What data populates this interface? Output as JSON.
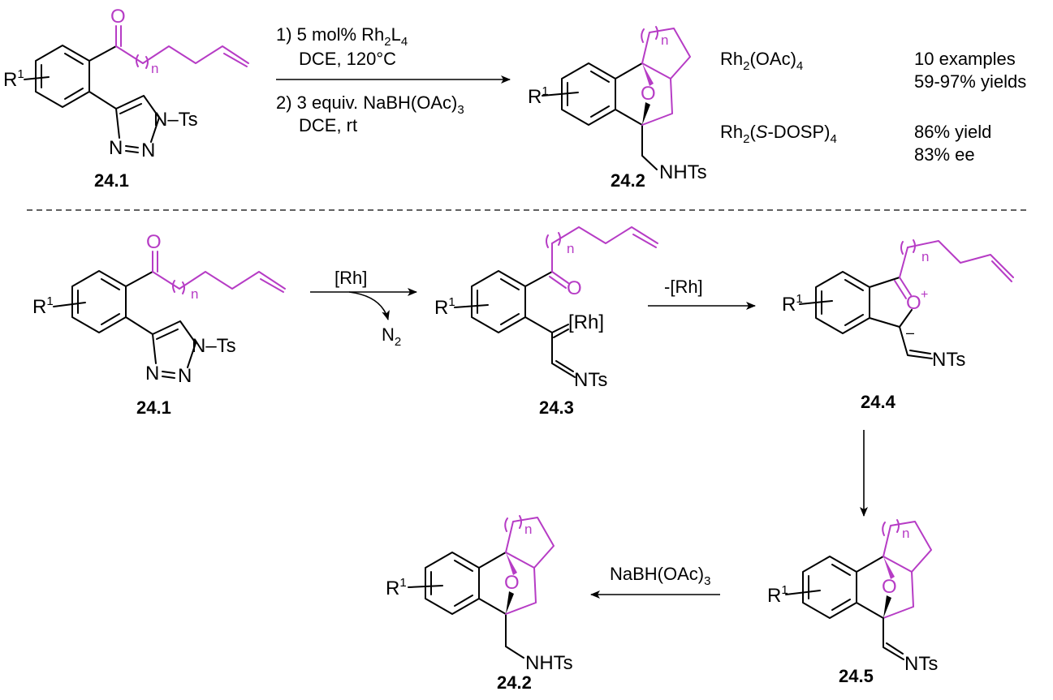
{
  "colors": {
    "highlight": "#b63cc5",
    "ink": "#000000",
    "background": "#ffffff"
  },
  "overall_reaction": {
    "starting_material": {
      "label": "24.1",
      "substituent": "R",
      "substituent_sup": "1",
      "triazole_group": "N–Ts",
      "carbonyl_oxygen": "O",
      "chain_repeat": "n"
    },
    "conditions": {
      "step1_line1_prefix": "1) 5 mol% Rh",
      "step1_line1_sub1": "2",
      "step1_line1_mid": "L",
      "step1_line1_sub2": "4",
      "step1_line2": "DCE, 120°C",
      "step2_line1_prefix": "2) 3 equiv. NaBH(OAc)",
      "step2_line1_sub": "3",
      "step2_line2": "DCE, rt"
    },
    "product": {
      "label": "24.2",
      "substituent": "R",
      "substituent_sup": "1",
      "bridge_oxygen": "O",
      "amine": "NHTs",
      "chain_repeat": "n"
    },
    "results": [
      {
        "catalyst_prefix": "Rh",
        "catalyst_sub1": "2",
        "catalyst_mid": "(OAc)",
        "catalyst_mid_italic": "",
        "catalyst_mid_rest": "",
        "catalyst_sub2": "4",
        "line1": "10 examples",
        "line2": "59-97% yields"
      },
      {
        "catalyst_prefix": "Rh",
        "catalyst_sub1": "2",
        "catalyst_mid": "(",
        "catalyst_mid_italic": "S",
        "catalyst_mid_rest": "-DOSP)",
        "catalyst_sub2": "4",
        "line1": "86% yield",
        "line2": "83%  ee"
      }
    ]
  },
  "mechanism": {
    "compounds": [
      {
        "id": "24.1",
        "label": "24.1",
        "substituent": "R",
        "substituent_sup": "1",
        "groups": [
          "O",
          "n",
          "N–Ts",
          "N",
          "N"
        ]
      },
      {
        "id": "24.3",
        "label": "24.3",
        "substituent": "R",
        "substituent_sup": "1",
        "groups": [
          "O",
          "n",
          "[Rh]",
          "NTs"
        ]
      },
      {
        "id": "24.4",
        "label": "24.4",
        "substituent": "R",
        "substituent_sup": "1",
        "groups": [
          "O",
          "+",
          "–",
          "n",
          "NTs"
        ]
      },
      {
        "id": "24.5",
        "label": "24.5",
        "substituent": "R",
        "substituent_sup": "1",
        "groups": [
          "O",
          "n",
          "NTs"
        ]
      },
      {
        "id": "24.2",
        "label": "24.2",
        "substituent": "R",
        "substituent_sup": "1",
        "groups": [
          "O",
          "n",
          "NHTs"
        ]
      }
    ],
    "arrows": [
      {
        "from": "24.1",
        "to": "24.3",
        "reagent": "[Rh]",
        "byproduct": "N",
        "byproduct_sub": "2"
      },
      {
        "from": "24.3",
        "to": "24.4",
        "reagent": "-[Rh]"
      },
      {
        "from": "24.4",
        "to": "24.5",
        "reagent": ""
      },
      {
        "from": "24.5",
        "to": "24.2",
        "reagent_prefix": "NaBH(OAc)",
        "reagent_sub": "3"
      }
    ]
  }
}
